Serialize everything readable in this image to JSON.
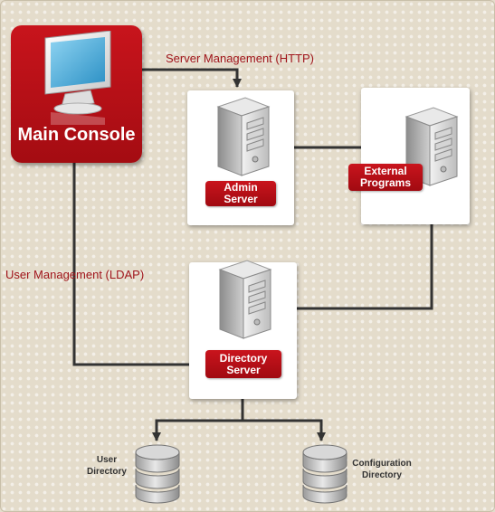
{
  "main_console": {
    "label": "Main Console"
  },
  "connections": {
    "server_management": "Server Management (HTTP)",
    "user_management": "User Management (LDAP)"
  },
  "servers": {
    "admin": {
      "line1": "Admin",
      "line2": "Server"
    },
    "external": {
      "line1": "External",
      "line2": "Programs"
    },
    "directory": {
      "line1": "Directory",
      "line2": "Server"
    }
  },
  "databases": {
    "user": {
      "line1": "User",
      "line2": "Directory"
    },
    "config": {
      "line1": "Configuration",
      "line2": "Directory"
    }
  },
  "colors": {
    "brand_red": "#b40f17",
    "label_red": "#a0151b",
    "wire": "#333333",
    "background": "#e4dccb"
  }
}
